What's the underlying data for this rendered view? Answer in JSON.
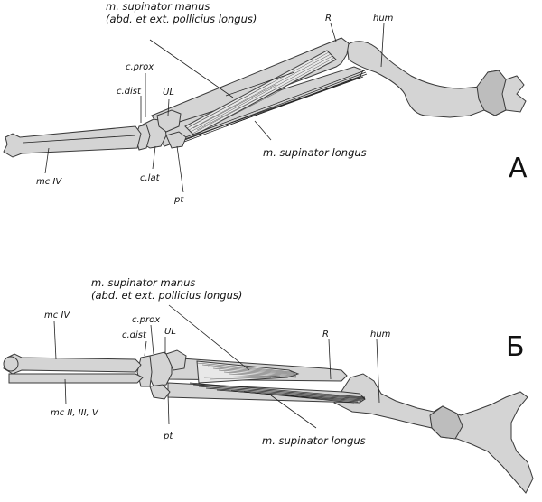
{
  "panels": [
    {
      "letter": "A",
      "labels": {
        "supinator_manus_1": "m. supinator manus",
        "supinator_manus_2": "(abd. et ext. pollicius longus)",
        "supinator_longus": "m. supinator longus",
        "R": "R",
        "hum": "hum",
        "UL": "UL",
        "c_prox": "c.prox",
        "c_dist": "c.dist",
        "c_lat": "c.lat",
        "pt": "pt",
        "mc_IV": "mc IV"
      }
    },
    {
      "letter": "Б",
      "labels": {
        "supinator_manus_1": "m. supinator manus",
        "supinator_manus_2": "(abd. et ext. pollicius longus)",
        "supinator_longus": "m. supinator longus",
        "R": "R",
        "hum": "hum",
        "UL": "UL",
        "c_prox": "c.prox",
        "c_dist": "c.dist",
        "pt": "pt",
        "mc_IV": "mc IV",
        "mc_II_III_V": "mc II, III, V"
      }
    }
  ],
  "colors": {
    "bone": "#d4d4d4",
    "outline": "#3a3a3a",
    "muscle_dark": "#222222"
  }
}
